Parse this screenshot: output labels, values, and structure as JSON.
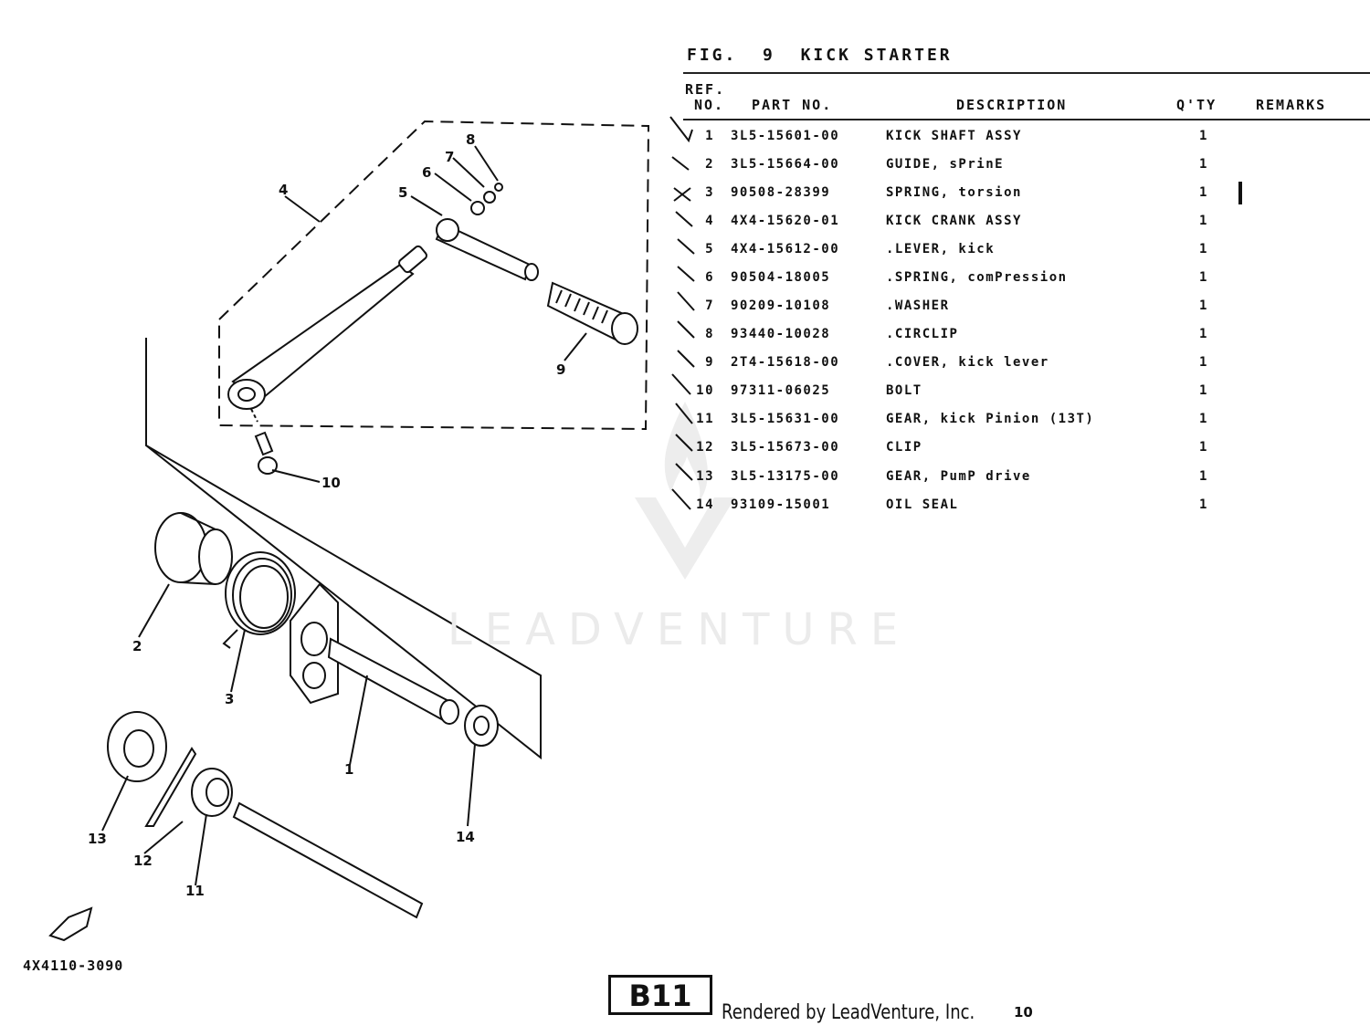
{
  "figure": {
    "label": "FIG.",
    "number": "9",
    "title": "KICK STARTER"
  },
  "table": {
    "headers": {
      "ref_line1": "REF.",
      "ref_line2": "NO.",
      "part_no": "PART NO.",
      "description": "DESCRIPTION",
      "qty": "Q'TY",
      "remarks": "REMARKS"
    },
    "rows": [
      {
        "ref": "1",
        "part_no": "3L5-15601-00",
        "description": "KICK SHAFT ASSY",
        "qty": "1"
      },
      {
        "ref": "2",
        "part_no": "3L5-15664-00",
        "description": "GUIDE, sPrinE",
        "qty": "1"
      },
      {
        "ref": "3",
        "part_no": "90508-28399",
        "description": "SPRING, torsion",
        "qty": "1"
      },
      {
        "ref": "4",
        "part_no": "4X4-15620-01",
        "description": "KICK CRANK ASSY",
        "qty": "1"
      },
      {
        "ref": "5",
        "part_no": "4X4-15612-00",
        "description": ".LEVER, kick",
        "qty": "1"
      },
      {
        "ref": "6",
        "part_no": "90504-18005",
        "description": ".SPRING, comPression",
        "qty": "1"
      },
      {
        "ref": "7",
        "part_no": "90209-10108",
        "description": ".WASHER",
        "qty": "1"
      },
      {
        "ref": "8",
        "part_no": "93440-10028",
        "description": ".CIRCLIP",
        "qty": "1"
      },
      {
        "ref": "9",
        "part_no": "2T4-15618-00",
        "description": ".COVER, kick lever",
        "qty": "1"
      },
      {
        "ref": "10",
        "part_no": "97311-06025",
        "description": "BOLT",
        "qty": "1"
      },
      {
        "ref": "11",
        "part_no": "3L5-15631-00",
        "description": "GEAR, kick Pinion (13T)",
        "qty": "1"
      },
      {
        "ref": "12",
        "part_no": "3L5-15673-00",
        "description": "CLIP",
        "qty": "1"
      },
      {
        "ref": "13",
        "part_no": "3L5-13175-00",
        "description": "GEAR, PumP drive",
        "qty": "1"
      },
      {
        "ref": "14",
        "part_no": "93109-15001",
        "description": "OIL SEAL",
        "qty": "1"
      }
    ]
  },
  "diagram": {
    "callouts": [
      "1",
      "2",
      "3",
      "4",
      "5",
      "6",
      "7",
      "8",
      "9",
      "10",
      "11",
      "12",
      "13",
      "14"
    ],
    "code": "4X4110-3090"
  },
  "footer": {
    "page_box": "B11",
    "credit": "Rendered by LeadVenture, Inc.",
    "page_number": "10"
  },
  "watermark": {
    "text": "LEADVENTURE"
  }
}
